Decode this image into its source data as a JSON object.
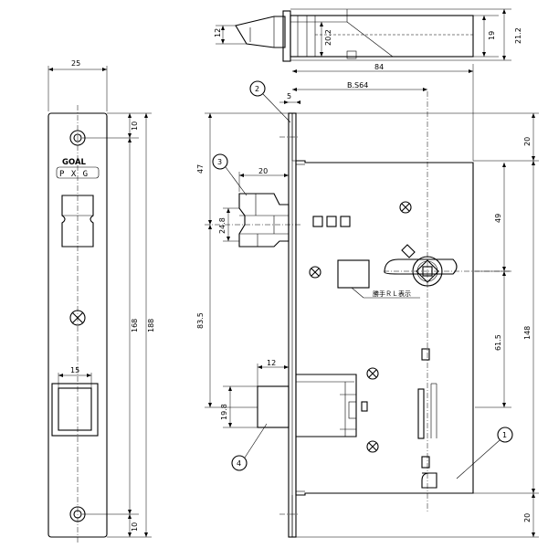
{
  "labels": {
    "callouts": [
      "1",
      "2",
      "3",
      "4"
    ],
    "brand_top": "GOAL",
    "brand_bottom": "P X G",
    "handed_note": "勝手ＲＬ表示"
  },
  "dimensions": {
    "top_view": {
      "height_12": "12",
      "depth_20_2": "20.2",
      "height_19": "19",
      "height_21_2": "21.2"
    },
    "faceplate": {
      "width_25": "25",
      "top_10": "10",
      "mid_168": "168",
      "total_188": "188",
      "strike_15": "15",
      "bottom_10": "10"
    },
    "body": {
      "overall_84": "84",
      "backset": "B.S64",
      "face_5": "5",
      "top_20": "20",
      "latch_from_top_47": "47",
      "latch_proj_20": "20",
      "latch_h_24_8": "24.8",
      "spindle_49": "49",
      "latch_deadbolt_83_5": "83.5",
      "cyl_61_5": "61.5",
      "body_148": "148",
      "deadbolt_proj_12": "12",
      "deadbolt_h_19_8": "19.8",
      "bottom_20": "20"
    }
  },
  "icons": [
    "screw-icon",
    "keyhole-icon"
  ]
}
